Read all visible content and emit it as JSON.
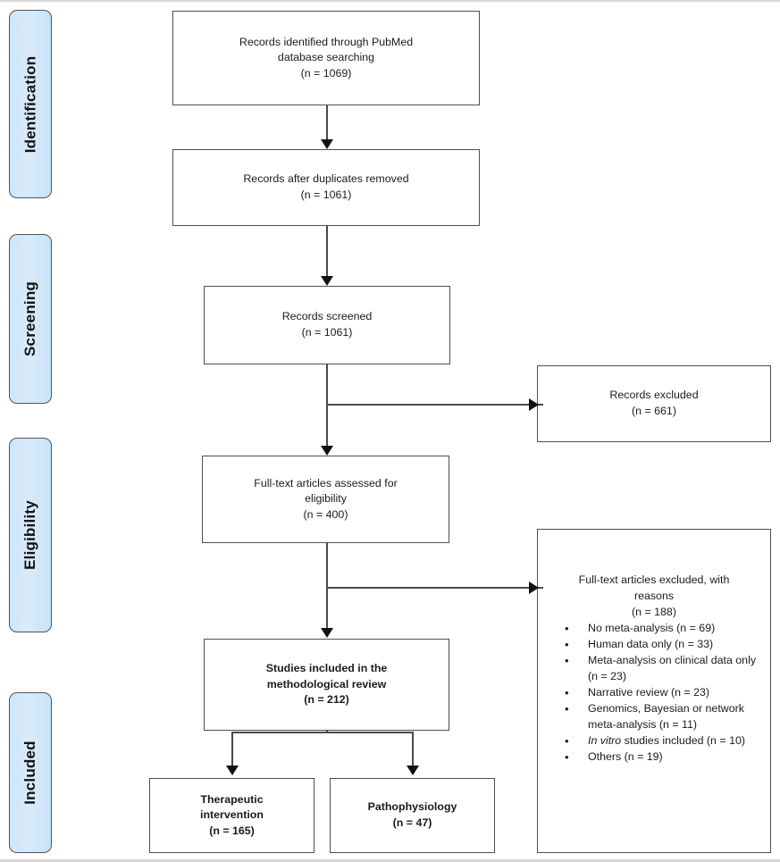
{
  "diagram": {
    "title": "PRISMA flow diagram",
    "type": "prisma-flowchart",
    "accent_color": "#cfe5f7",
    "border_color": "#4f4f4f",
    "arrow_color": "#111111"
  },
  "stages": [
    {
      "label": "Identification"
    },
    {
      "label": "Screening"
    },
    {
      "label": "Eligibility"
    },
    {
      "label": "Included"
    }
  ],
  "boxes": {
    "identified": {
      "text": "Records identified through PubMed\ndatabase searching\n(n = 1069)",
      "n": 1069
    },
    "after_duplicates": {
      "text": "Records after duplicates removed\n(n = 1061)",
      "n": 1061
    },
    "screened": {
      "text": "Records screened\n(n = 1061)",
      "n": 1061
    },
    "records_excluded": {
      "text": "Records excluded\n(n = 661)",
      "n": 661
    },
    "fulltext_assessed": {
      "text": "Full-text articles assessed for\neligibility\n(n = 400)",
      "n": 400
    },
    "fulltext_excluded": {
      "heading": "Full-text articles excluded, with\nreasons\n(n = 188)",
      "n": 188,
      "reasons": [
        {
          "text": "No meta-analysis (n = 69)",
          "italic_prefix": "",
          "n": 69
        },
        {
          "text": "Human data only (n = 33)",
          "italic_prefix": "",
          "n": 33
        },
        {
          "text": "Meta-analysis on clinical data only (n = 23)",
          "italic_prefix": "",
          "n": 23
        },
        {
          "text": "Narrative review (n = 23)",
          "italic_prefix": "",
          "n": 23
        },
        {
          "text": "Genomics, Bayesian or network meta-analysis (n = 11)",
          "italic_prefix": "",
          "n": 11
        },
        {
          "text": " studies included (n = 10)",
          "italic_prefix": "In vitro",
          "n": 10
        },
        {
          "text": "Others (n = 19)",
          "italic_prefix": "",
          "n": 19
        }
      ]
    },
    "included_studies": {
      "text": "Studies included in the\nmethodological review\n(n = 212)",
      "n": 212
    },
    "therapeutic": {
      "text": "Therapeutic\nintervention\n(n = 165)",
      "n": 165
    },
    "pathophysiology": {
      "text": "Pathophysiology\n(n = 47)",
      "n": 47
    }
  }
}
